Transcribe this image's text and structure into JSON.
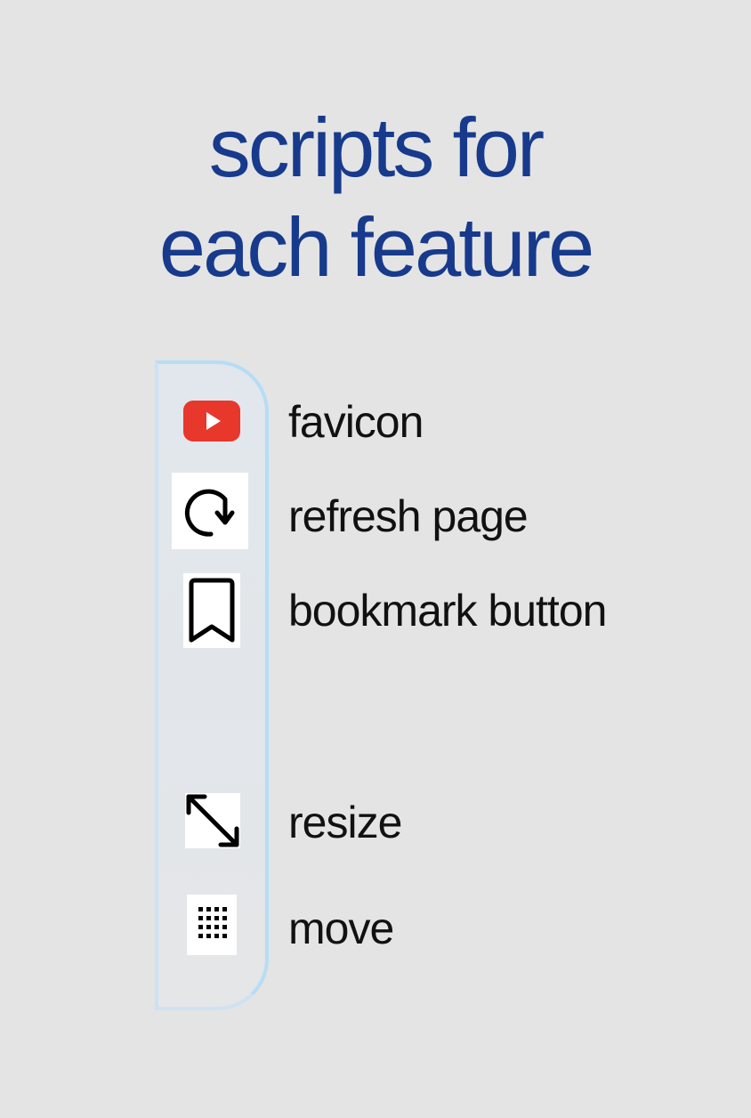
{
  "title": {
    "line1": "scripts for",
    "line2": "each feature"
  },
  "features": [
    {
      "label": "favicon",
      "icon": "youtube-play-icon"
    },
    {
      "label": "refresh page",
      "icon": "refresh-icon"
    },
    {
      "label": "bookmark button",
      "icon": "bookmark-icon"
    },
    {
      "label": "resize",
      "icon": "resize-diagonal-icon"
    },
    {
      "label": "move",
      "icon": "drag-grip-icon"
    }
  ],
  "colors": {
    "background": "#e4e4e4",
    "title": "#173a8c",
    "panel_border": "#b6ddf6",
    "favicon_red": "#e8372b"
  }
}
